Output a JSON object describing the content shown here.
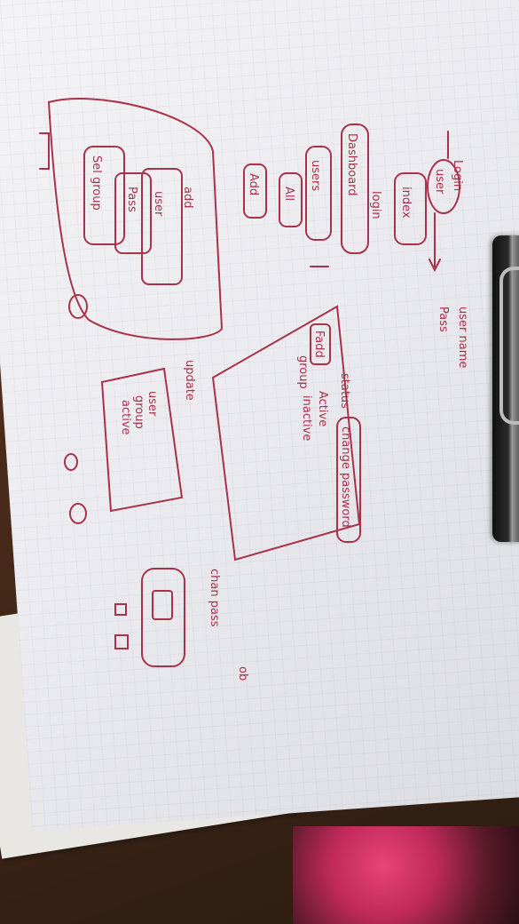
{
  "sketch": {
    "user": "user",
    "login": "Login",
    "username": "user name",
    "pass": "Pass",
    "index": "index",
    "login_note": "login",
    "dashboard": "Dashboard",
    "users": "users",
    "all": "All",
    "add_btn": "Add",
    "add_section": "add",
    "add_user": "user",
    "add_pass": "Pass",
    "add_group": "Sel group",
    "edit_add": "Fadd",
    "status": "status",
    "change_password": "change password",
    "group": "group",
    "active": "Active",
    "inactive": "inactive",
    "update": "update",
    "upd_user": "user",
    "upd_group": "group",
    "upd_active": "active",
    "change_pass": "chan pass",
    "side_tab": "ob"
  }
}
